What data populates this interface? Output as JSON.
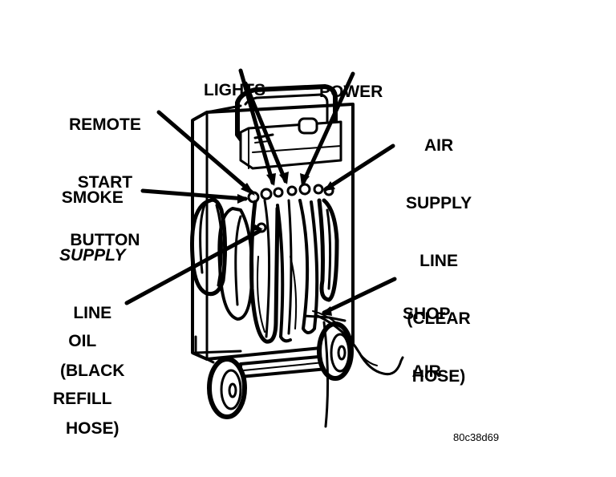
{
  "labels": {
    "lights": [
      "LIGHTS"
    ],
    "power": [
      "POWER"
    ],
    "remote_start_button": [
      "REMOTE",
      "START",
      "BUTTON"
    ],
    "air_supply_line": [
      "AIR",
      "SUPPLY",
      "LINE",
      "(CLEAR",
      "HOSE)"
    ],
    "smoke_supply_line": [
      "SMOKE",
      "SUPPLY",
      "LINE",
      "(BLACK",
      "HOSE)"
    ],
    "oil_refill": [
      "OIL",
      "REFILL"
    ],
    "shop_air": [
      "SHOP",
      "AIR"
    ]
  },
  "figure_code": "80c38d69",
  "colors": {
    "ink": "#000000",
    "paper": "#ffffff"
  }
}
